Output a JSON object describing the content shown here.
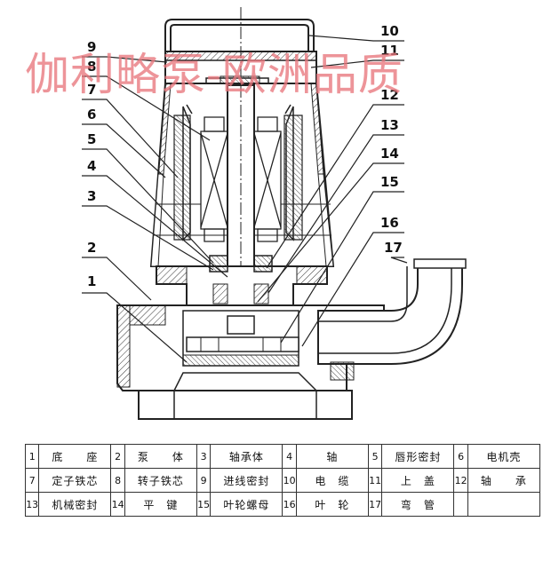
{
  "watermark": "伽利略泵-欧洲品质",
  "callouts": [
    "1",
    "2",
    "3",
    "4",
    "5",
    "6",
    "7",
    "8",
    "9",
    "10",
    "11",
    "12",
    "13",
    "14",
    "15",
    "16",
    "17"
  ],
  "legend": [
    [
      {
        "num": "1",
        "name": "底　　座"
      },
      {
        "num": "2",
        "name": "泵　　体"
      },
      {
        "num": "3",
        "name": "轴承体"
      },
      {
        "num": "4",
        "name": "轴"
      },
      {
        "num": "5",
        "name": "唇形密封"
      },
      {
        "num": "6",
        "name": "电机壳"
      }
    ],
    [
      {
        "num": "7",
        "name": "定子铁芯"
      },
      {
        "num": "8",
        "name": "转子铁芯"
      },
      {
        "num": "9",
        "name": "进线密封"
      },
      {
        "num": "10",
        "name": "电　缆"
      },
      {
        "num": "11",
        "name": "上　盖"
      },
      {
        "num": "12",
        "name": "轴　　承"
      }
    ],
    [
      {
        "num": "13",
        "name": "机械密封"
      },
      {
        "num": "14",
        "name": "平　键"
      },
      {
        "num": "15",
        "name": "叶轮螺母"
      },
      {
        "num": "16",
        "name": "叶　轮"
      },
      {
        "num": "17",
        "name": "弯　管"
      },
      {
        "num": "",
        "name": ""
      }
    ]
  ]
}
